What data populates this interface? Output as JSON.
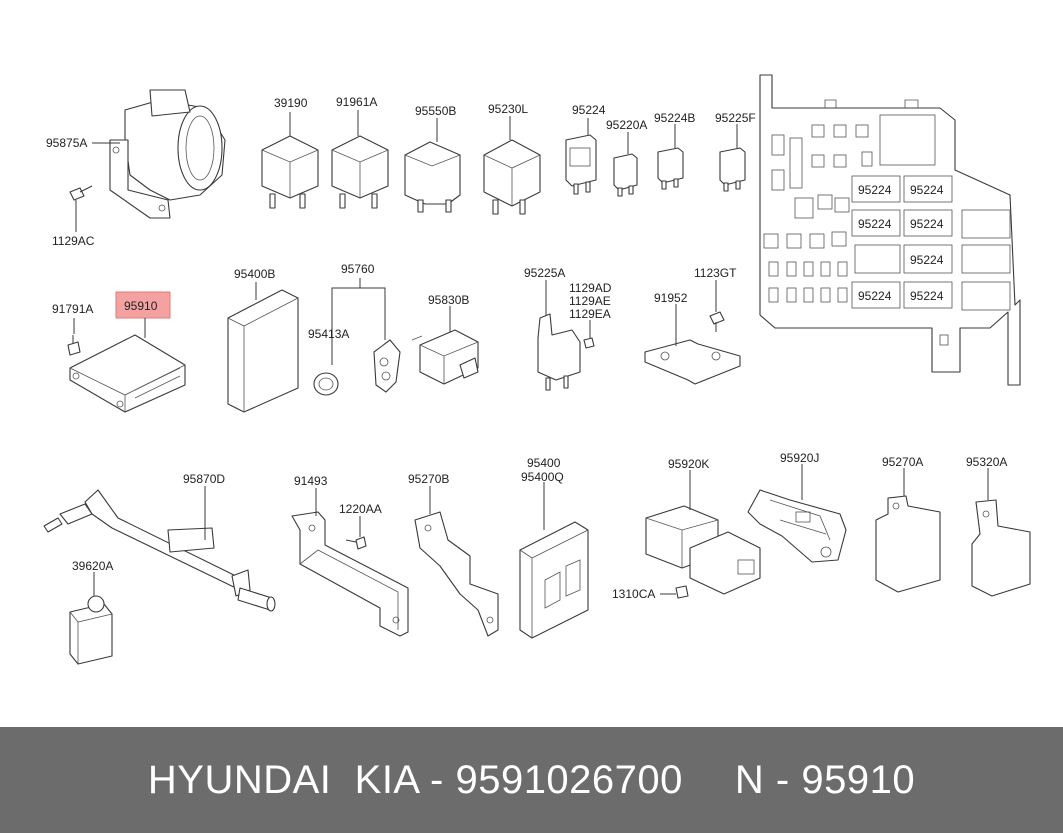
{
  "labels": {
    "l95875A": "95875A",
    "l1129AC": "1129AC",
    "l39190": "39190",
    "l91961A": "91961A",
    "l95550B": "95550B",
    "l95230L": "95230L",
    "l95224": "95224",
    "l95220A": "95220A",
    "l95224B": "95224B",
    "l95225F": "95225F",
    "l91791A": "91791A",
    "l95910": "95910",
    "l95400B": "95400B",
    "l95760": "95760",
    "l95413A": "95413A",
    "l95830B": "95830B",
    "l95225A": "95225A",
    "l1129AD": "1129AD",
    "l1129AE": "1129AE",
    "l1129EA": "1129EA",
    "l91952": "91952",
    "l1123GT": "1123GT",
    "l95870D": "95870D",
    "l39620A": "39620A",
    "l91493": "91493",
    "l1220AA": "1220AA",
    "l95270B": "95270B",
    "l95400": "95400",
    "l95400Q": "95400Q",
    "l95920K": "95920K",
    "l1310CA": "1310CA",
    "l95920J": "95920J",
    "l95270A": "95270A",
    "l95320A": "95320A",
    "fuse_slot": "95224"
  },
  "footer": {
    "brand": "HYUNDAI  KIA - 9591026700",
    "number": "N - 95910"
  },
  "colors": {
    "highlight": "#f3a1a1",
    "footer_bg": "#6c6c6c"
  }
}
